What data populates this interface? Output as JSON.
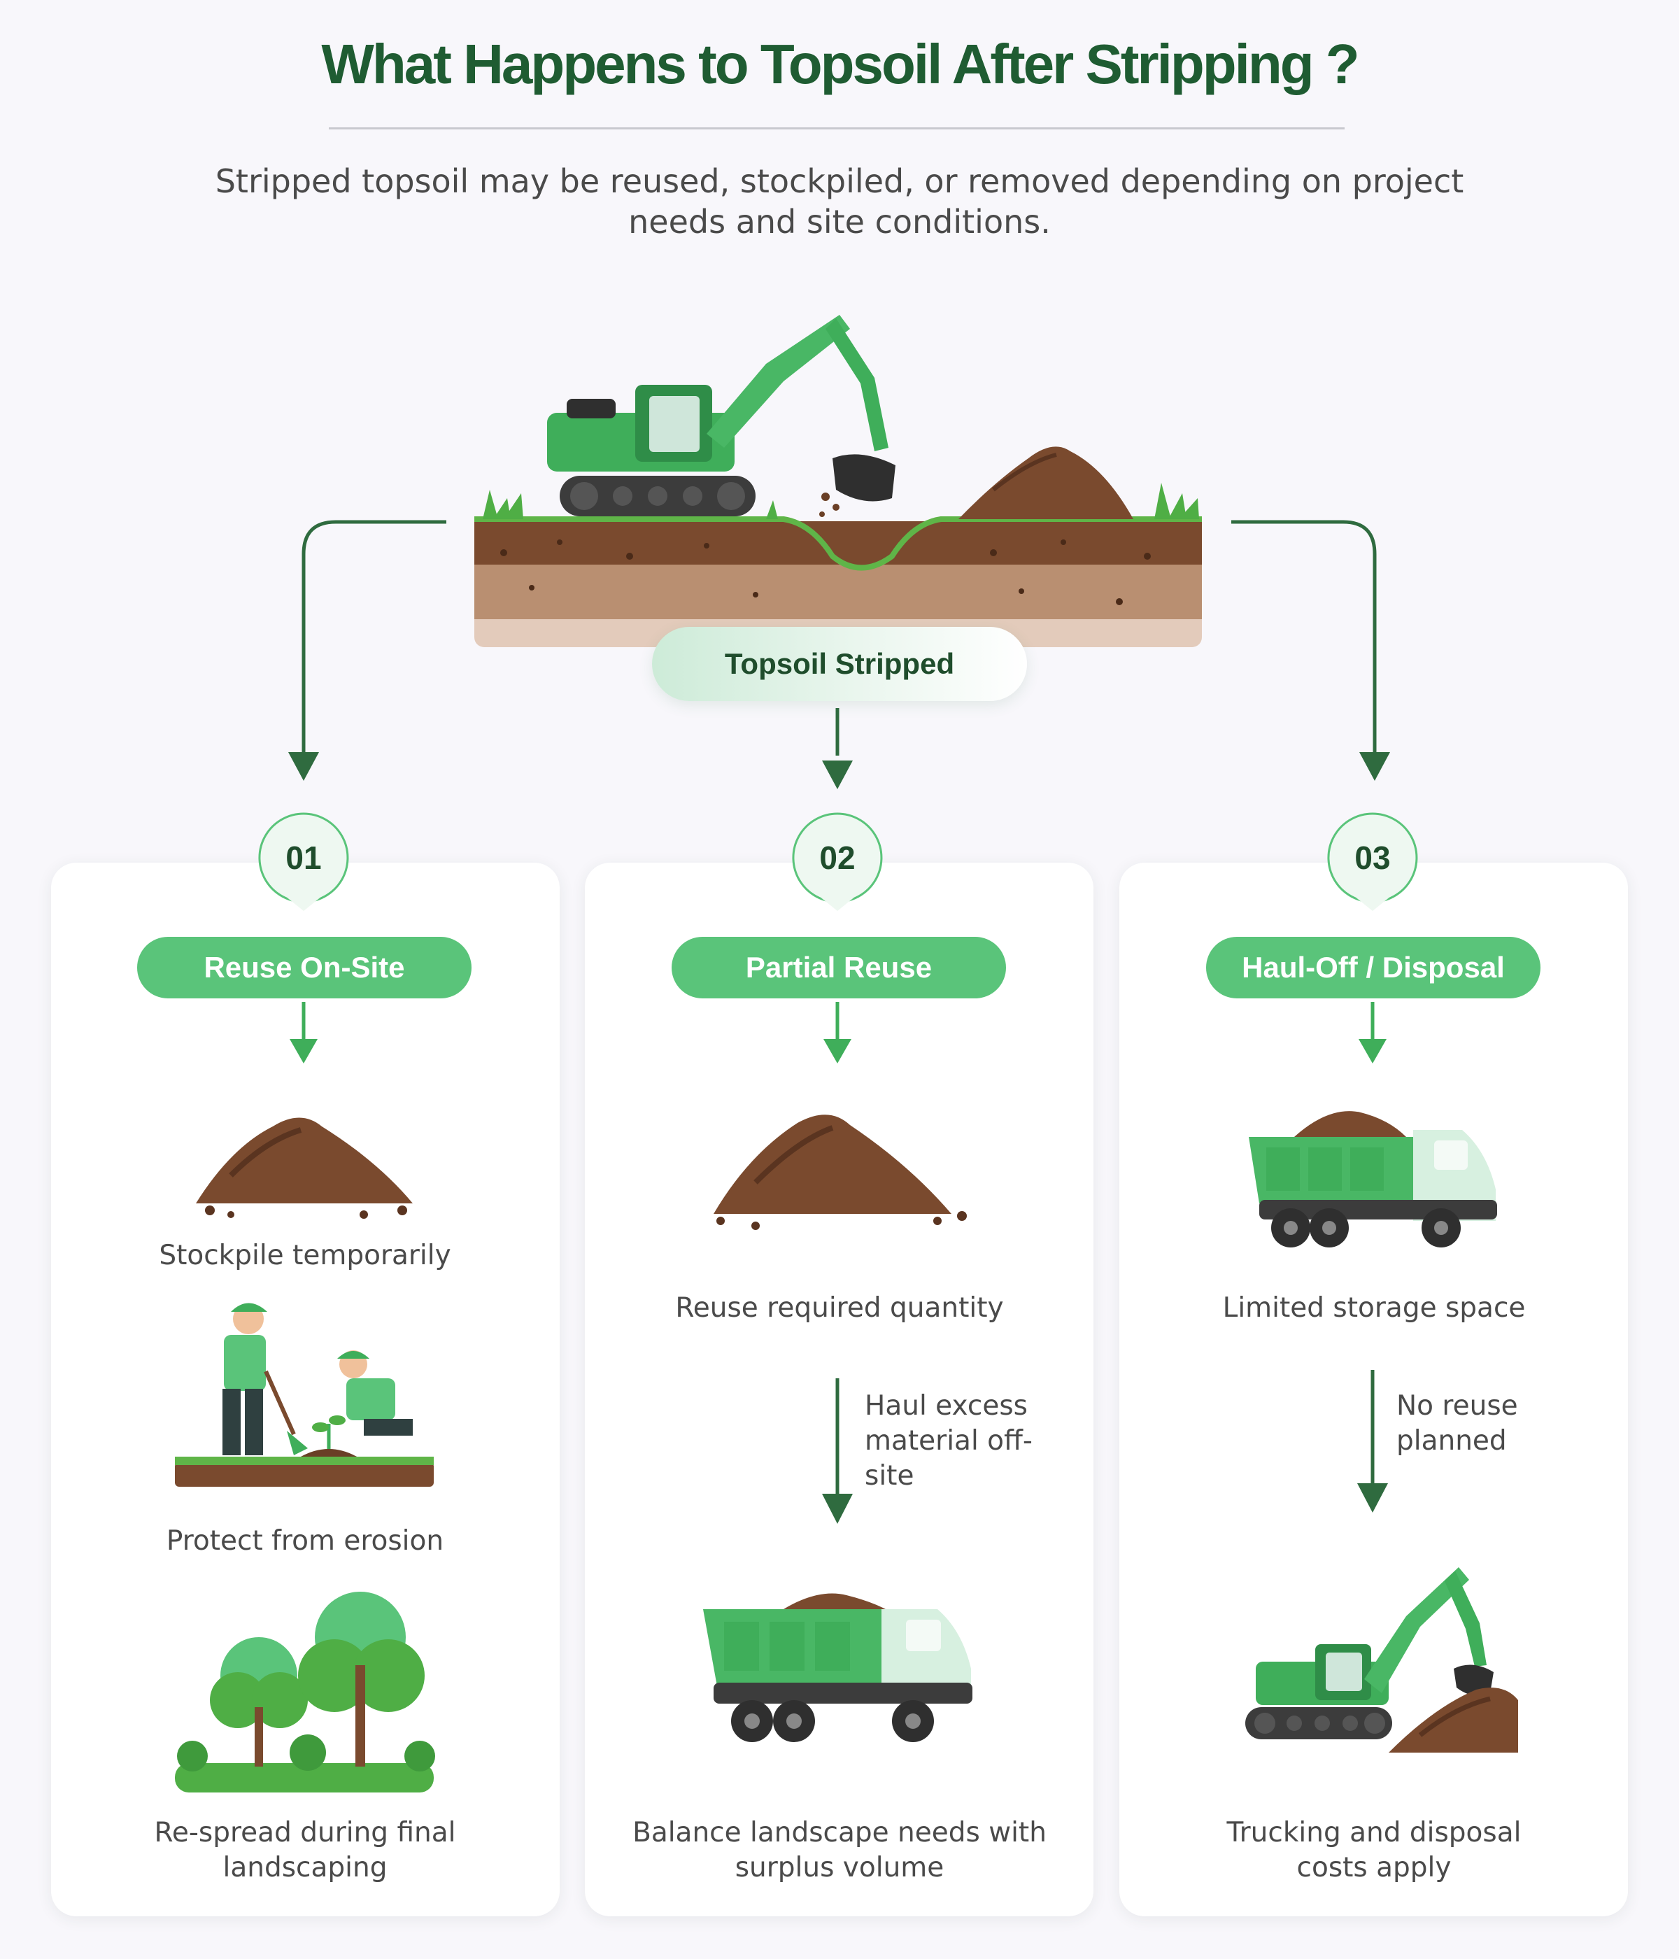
{
  "header": {
    "title": "What Happens to Topsoil After Stripping ?",
    "subtitle": "Stripped topsoil may be reused, stockpiled, or removed depending on project needs and site conditions."
  },
  "source": {
    "label": "Topsoil Stripped"
  },
  "paths": [
    {
      "number": "01",
      "label": "Reuse On-Site",
      "steps": [
        "Stockpile temporarily",
        "Protect from erosion",
        "Re-spread during final landscaping"
      ]
    },
    {
      "number": "02",
      "label": "Partial Reuse",
      "steps": [
        "Reuse required quantity",
        "Balance landscape needs with surplus volume"
      ],
      "transition_note": "Haul excess material off-site"
    },
    {
      "number": "03",
      "label": "Haul-Off / Disposal",
      "steps": [
        "Limited storage space",
        "Trucking and disposal costs apply"
      ],
      "transition_note": "No reuse planned"
    }
  ],
  "colors": {
    "title_green": "#1f5c32",
    "accent_green": "#5ac47a",
    "arrow_green": "#2f6b3f",
    "soil_brown": "#7a4a2e"
  }
}
